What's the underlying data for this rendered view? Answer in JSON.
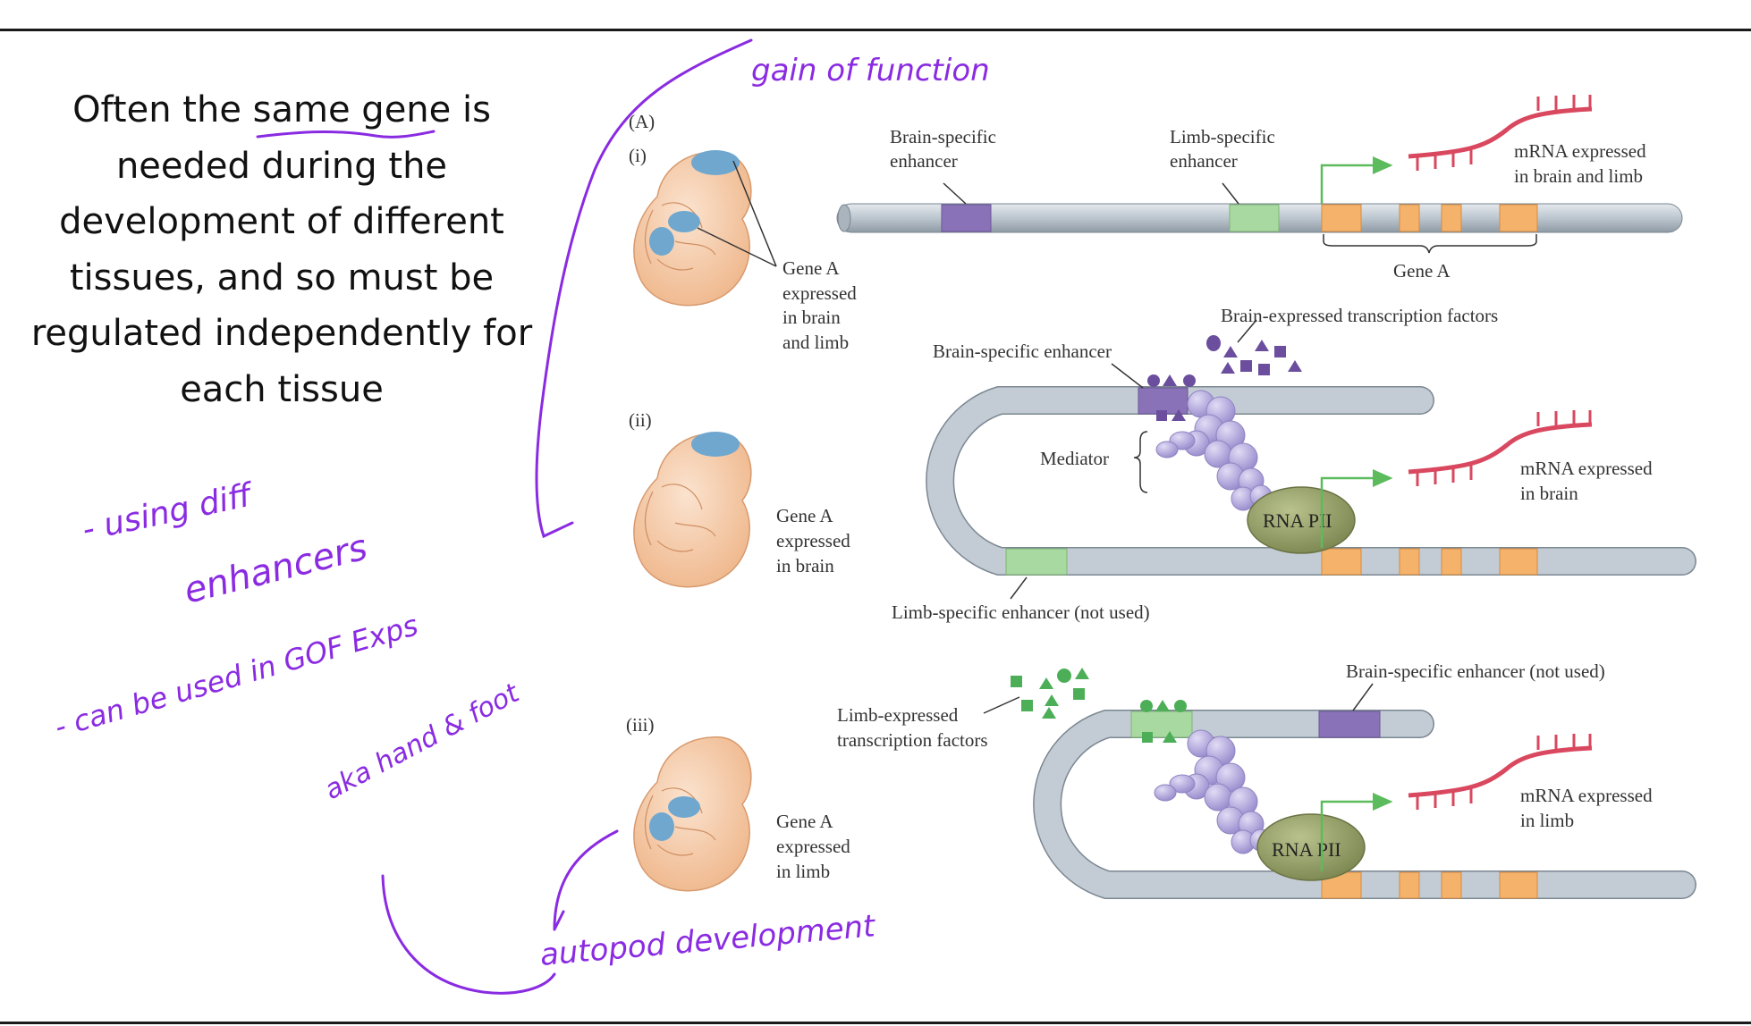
{
  "slide_text": {
    "line1_pre": "Often the ",
    "line1_underlined": "same gene",
    "line1_post": " is",
    "line2": "needed during the",
    "line3": "development of different",
    "line4": "tissues, and so must be",
    "line5": "regulated independently for",
    "line6": "each tissue"
  },
  "annotations": {
    "gain_of_function": "gain of function",
    "using_diff": "- using diff",
    "enhancers": "enhancers",
    "can_be_used": "- can be used in GOF Exps",
    "aka": "aka hand & foot",
    "autopod": "autopod development"
  },
  "figure": {
    "panel_label": "(A)",
    "panel_i": {
      "label": "(i)",
      "gene_caption": [
        "Gene A",
        "expressed",
        "in brain",
        "and limb"
      ],
      "brain_enhancer": [
        "Brain-specific",
        "enhancer"
      ],
      "limb_enhancer": [
        "Limb-specific",
        "enhancer"
      ],
      "mrna": [
        "mRNA expressed",
        "in brain and limb"
      ],
      "gene_label": "Gene A"
    },
    "panel_ii": {
      "label": "(ii)",
      "gene_caption": [
        "Gene A",
        "expressed",
        "in brain"
      ],
      "tf_label": "Brain-expressed transcription factors",
      "enhancer_label": "Brain-specific enhancer",
      "mediator": "Mediator",
      "rna_pii": "RNA PII",
      "mrna": [
        "mRNA expressed",
        "in brain"
      ],
      "unused_enhancer": "Limb-specific enhancer (not used)"
    },
    "panel_iii": {
      "label": "(iii)",
      "gene_caption": [
        "Gene A",
        "expressed",
        "in limb"
      ],
      "tf_label": [
        "Limb-expressed",
        "transcription factors"
      ],
      "unused_enhancer": "Brain-specific enhancer (not used)",
      "rna_pii": "RNA PII",
      "mrna": [
        "mRNA expressed",
        "in limb"
      ]
    }
  },
  "colors": {
    "ink": "#8a2be2",
    "dna": "#b9c3cc",
    "brain_enhancer": "#8a72b8",
    "limb_enhancer": "#a8d9a0",
    "exon": "#f5b26b",
    "mrna": "#d9485f",
    "tf_purple": "#6b4f9e",
    "tf_green": "#4cae57",
    "arrow": "#5cbb5c",
    "embryo": "#f6c9a6",
    "embryo_blue": "#6fa7cf",
    "rna_pii": "#9aa470",
    "mediator": "#b8aee0"
  }
}
